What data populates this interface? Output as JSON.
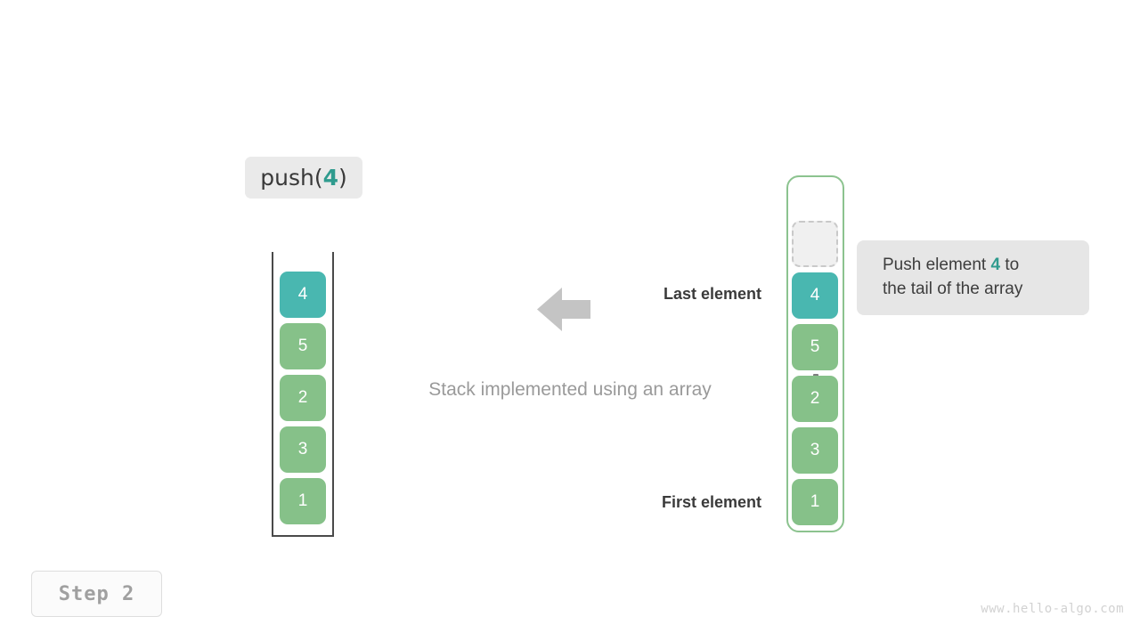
{
  "operation": {
    "prefix": "push(",
    "argument": "4",
    "suffix": ")"
  },
  "stack_figure": {
    "title": "Stack implemented using an array",
    "cells": [
      {
        "value": "4",
        "state": "new"
      },
      {
        "value": "5",
        "state": "existing"
      },
      {
        "value": "2",
        "state": "existing"
      },
      {
        "value": "3",
        "state": "existing"
      },
      {
        "value": "1",
        "state": "existing"
      }
    ]
  },
  "annotations": {
    "arrow_icon": "arrow-left-icon",
    "last_element_label": "Last element",
    "first_element_label": "First element"
  },
  "array_figure": {
    "ellipsis_icon": "vertical-ellipsis-icon",
    "empty_slot_label": "",
    "cells": [
      {
        "value": "4",
        "state": "new"
      },
      {
        "value": "5",
        "state": "existing"
      },
      {
        "value": "2",
        "state": "existing"
      },
      {
        "value": "3",
        "state": "existing"
      },
      {
        "value": "1",
        "state": "existing"
      }
    ]
  },
  "tooltip": {
    "line1_before": "Push element ",
    "line1_highlight": "4",
    "line1_after": " to",
    "line2": "the tail of the array"
  },
  "step": {
    "label": "Step 2"
  },
  "watermark": {
    "text": "www.hello-algo.com"
  },
  "colors": {
    "accent_teal": "#49b7b0",
    "accent_green": "#86c189",
    "highlight_text": "#2f9b8e",
    "chip_background": "#eaeaea",
    "tooltip_background": "#e6e6e6",
    "arrow_gray": "#c4c4c4"
  }
}
